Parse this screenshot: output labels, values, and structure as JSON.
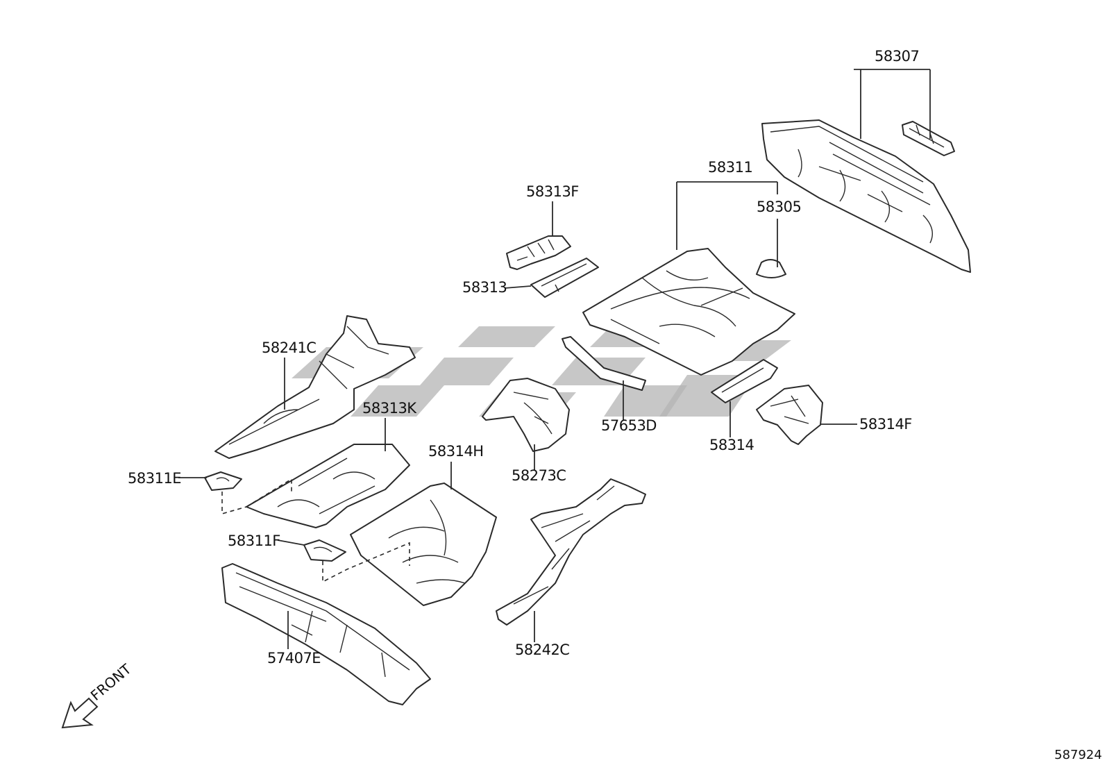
{
  "diagram": {
    "part_labels": {
      "p58307": "58307",
      "p58311": "58311",
      "p58313F": "58313F",
      "p58305": "58305",
      "p58313": "58313",
      "p58241C": "58241C",
      "p58313K": "58313K",
      "p58311E": "58311E",
      "p58314H": "58314H",
      "p58273C": "58273C",
      "p57653D": "57653D",
      "p58314": "58314",
      "p58314F": "58314F",
      "p58311F": "58311F",
      "p57407E": "57407E",
      "p58242C": "58242C"
    },
    "direction_label": "FRONT",
    "diagram_code": "587924"
  },
  "colors": {
    "line": "#2a2a2a",
    "background": "#ffffff",
    "watermark": "#b4b4b4"
  }
}
